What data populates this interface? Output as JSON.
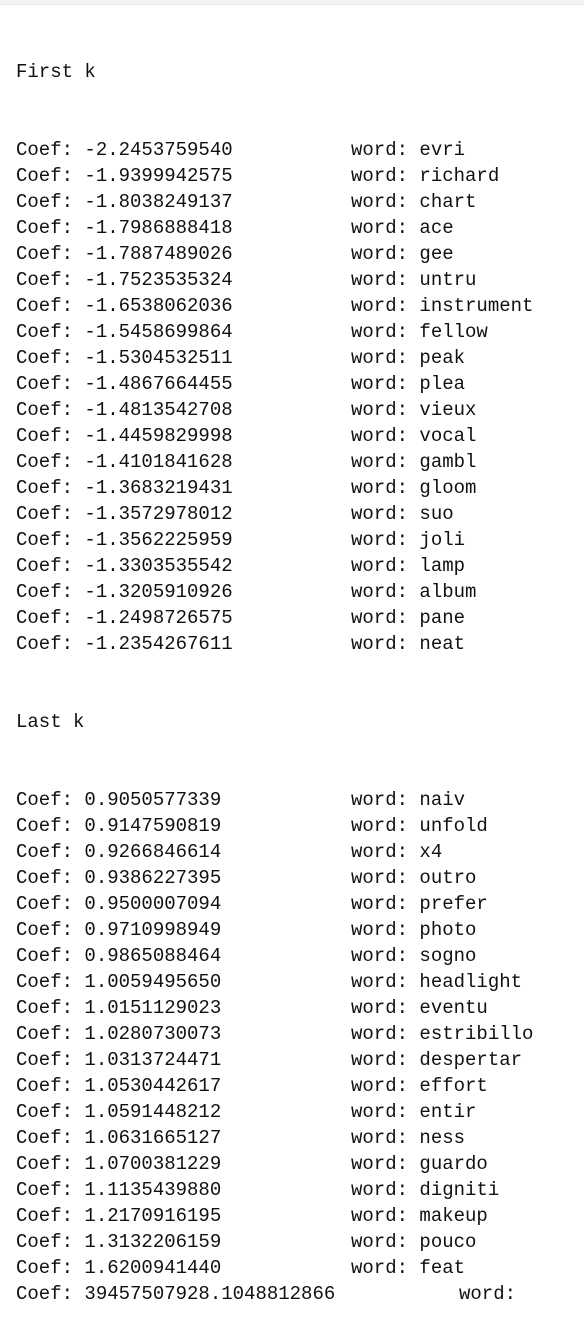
{
  "output": {
    "first_header": "First k",
    "first_rows": [
      {
        "coef": "Coef: -2.2453759540",
        "word": "word: evri"
      },
      {
        "coef": "Coef: -1.9399942575",
        "word": "word: richard"
      },
      {
        "coef": "Coef: -1.8038249137",
        "word": "word: chart"
      },
      {
        "coef": "Coef: -1.7986888418",
        "word": "word: ace"
      },
      {
        "coef": "Coef: -1.7887489026",
        "word": "word: gee"
      },
      {
        "coef": "Coef: -1.7523535324",
        "word": "word: untru"
      },
      {
        "coef": "Coef: -1.6538062036",
        "word": "word: instrument"
      },
      {
        "coef": "Coef: -1.5458699864",
        "word": "word: fellow"
      },
      {
        "coef": "Coef: -1.5304532511",
        "word": "word: peak"
      },
      {
        "coef": "Coef: -1.4867664455",
        "word": "word: plea"
      },
      {
        "coef": "Coef: -1.4813542708",
        "word": "word: vieux"
      },
      {
        "coef": "Coef: -1.4459829998",
        "word": "word: vocal"
      },
      {
        "coef": "Coef: -1.4101841628",
        "word": "word: gambl"
      },
      {
        "coef": "Coef: -1.3683219431",
        "word": "word: gloom"
      },
      {
        "coef": "Coef: -1.3572978012",
        "word": "word: suo"
      },
      {
        "coef": "Coef: -1.3562225959",
        "word": "word: joli"
      },
      {
        "coef": "Coef: -1.3303535542",
        "word": "word: lamp"
      },
      {
        "coef": "Coef: -1.3205910926",
        "word": "word: album"
      },
      {
        "coef": "Coef: -1.2498726575",
        "word": "word: pane"
      },
      {
        "coef": "Coef: -1.2354267611",
        "word": "word: neat"
      }
    ],
    "last_header": "Last k",
    "last_rows": [
      {
        "coef": "Coef: 0.9050577339",
        "word": "word: naiv"
      },
      {
        "coef": "Coef: 0.9147590819",
        "word": "word: unfold"
      },
      {
        "coef": "Coef: 0.9266846614",
        "word": "word: x4"
      },
      {
        "coef": "Coef: 0.9386227395",
        "word": "word: outro"
      },
      {
        "coef": "Coef: 0.9500007094",
        "word": "word: prefer"
      },
      {
        "coef": "Coef: 0.9710998949",
        "word": "word: photo"
      },
      {
        "coef": "Coef: 0.9865088464",
        "word": "word: sogno"
      },
      {
        "coef": "Coef: 1.0059495650",
        "word": "word: headlight"
      },
      {
        "coef": "Coef: 1.0151129023",
        "word": "word: eventu"
      },
      {
        "coef": "Coef: 1.0280730073",
        "word": "word: estribillo"
      },
      {
        "coef": "Coef: 1.0313724471",
        "word": "word: despertar"
      },
      {
        "coef": "Coef: 1.0530442617",
        "word": "word: effort"
      },
      {
        "coef": "Coef: 1.0591448212",
        "word": "word: entir"
      },
      {
        "coef": "Coef: 1.0631665127",
        "word": "word: ness"
      },
      {
        "coef": "Coef: 1.0700381229",
        "word": "word: guardo"
      },
      {
        "coef": "Coef: 1.1135439880",
        "word": "word: digniti"
      },
      {
        "coef": "Coef: 1.2170916195",
        "word": "word: makeup"
      },
      {
        "coef": "Coef: 1.3132206159",
        "word": "word: pouco"
      },
      {
        "coef": "Coef: 1.6200941440",
        "word": "word: feat"
      },
      {
        "coef": "Coef: 39457507928.1048812866",
        "word": "word:"
      }
    ]
  }
}
